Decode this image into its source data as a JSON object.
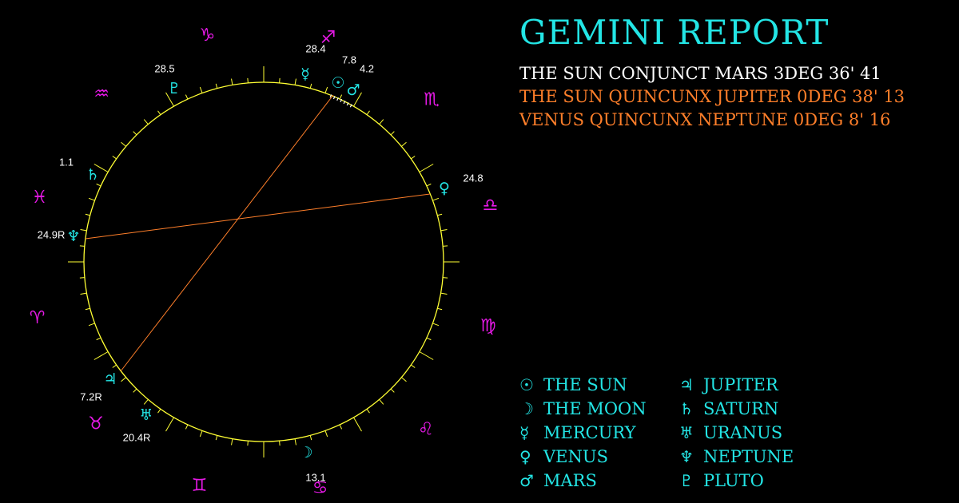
{
  "colors": {
    "background": "#000000",
    "wheel": "#ffff33",
    "planet_glyph": "#23e5e5",
    "sign_glyph": "#e619e6",
    "title": "#23e5e5",
    "aspect_major": "#ffffff",
    "aspect_minor": "#ff7f2a",
    "aspect_line": "#ff7f2a",
    "degree_label": "#ffffff"
  },
  "report": {
    "title": "GEMINI REPORT",
    "aspects": [
      {
        "text": "THE SUN CONJUNCT MARS 3DEG 36' 41",
        "kind": "major"
      },
      {
        "text": "THE SUN QUINCUNX JUPITER 0DEG 38' 13",
        "kind": "minor"
      },
      {
        "text": "VENUS QUINCUNX NEPTUNE 0DEG 8' 16",
        "kind": "minor"
      }
    ]
  },
  "legend": [
    {
      "glyph": "☉",
      "name": "THE SUN",
      "icon": "sun-icon"
    },
    {
      "glyph": "☽",
      "name": "THE MOON",
      "icon": "moon-icon"
    },
    {
      "glyph": "☿",
      "name": "MERCURY",
      "icon": "mercury-icon"
    },
    {
      "glyph": "♀",
      "name": "VENUS",
      "icon": "venus-icon"
    },
    {
      "glyph": "♂",
      "name": "MARS",
      "icon": "mars-icon"
    },
    {
      "glyph": "♃",
      "name": "JUPITER",
      "icon": "jupiter-icon"
    },
    {
      "glyph": "♄",
      "name": "SATURN",
      "icon": "saturn-icon"
    },
    {
      "glyph": "♅",
      "name": "URANUS",
      "icon": "uranus-icon"
    },
    {
      "glyph": "♆",
      "name": "NEPTUNE",
      "icon": "neptune-icon"
    },
    {
      "glyph": "♇",
      "name": "PLUTO",
      "icon": "pluto-icon"
    }
  ],
  "chart": {
    "signs": [
      {
        "name": "capricorn",
        "glyph": "♑"
      },
      {
        "name": "sagittarius",
        "glyph": "♐"
      },
      {
        "name": "scorpio",
        "glyph": "♏"
      },
      {
        "name": "libra",
        "glyph": "♎"
      },
      {
        "name": "virgo",
        "glyph": "♍"
      },
      {
        "name": "leo",
        "glyph": "♌"
      },
      {
        "name": "cancer",
        "glyph": "♋"
      },
      {
        "name": "gemini",
        "glyph": "♊"
      },
      {
        "name": "taurus",
        "glyph": "♉"
      },
      {
        "name": "aries",
        "glyph": "♈"
      },
      {
        "name": "pisces",
        "glyph": "♓"
      },
      {
        "name": "aquarius",
        "glyph": "♒"
      }
    ],
    "planets": [
      {
        "name": "sun",
        "glyph": "☉",
        "label": "7.8"
      },
      {
        "name": "mars",
        "glyph": "♂",
        "label": "4.2"
      },
      {
        "name": "mercury",
        "glyph": "☿",
        "label": "28.4"
      },
      {
        "name": "pluto",
        "glyph": "♇",
        "label": "28.5"
      },
      {
        "name": "saturn",
        "glyph": "♄",
        "label": "1.1"
      },
      {
        "name": "neptune",
        "glyph": "♆",
        "label": "24.9R"
      },
      {
        "name": "jupiter",
        "glyph": "♃",
        "label": "7.2R"
      },
      {
        "name": "uranus",
        "glyph": "♅",
        "label": "20.4R"
      },
      {
        "name": "moon",
        "glyph": "☽",
        "label": "13.1"
      },
      {
        "name": "venus",
        "glyph": "♀",
        "label": "24.8"
      }
    ],
    "aspect_lines": [
      {
        "from": "sun",
        "to": "jupiter"
      },
      {
        "from": "venus",
        "to": "neptune"
      }
    ]
  }
}
